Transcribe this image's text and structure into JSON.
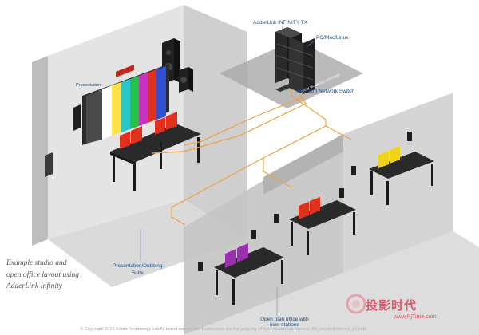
{
  "labels": {
    "presentation_label": "Presentation",
    "adderlink_tx": "AdderLink INFINITY TX",
    "pc_mac_linux": "PC/Mac/Linux",
    "rack_label": "RACK MOUNTED SYSTEMS",
    "network_switch": "Standard Network Switch",
    "suite_line1": "Presentation/Dubbing",
    "suite_line2": "Suite",
    "office_line1": "Open plan office with",
    "office_line2": "user stations"
  },
  "caption": {
    "line1": "Example studio and",
    "line2": "open office layout using",
    "line3": "AdderLink Infinity"
  },
  "watermark": {
    "chinese": "投影时代",
    "url": "www.PjTime.com"
  },
  "footer": {
    "copyright": "© Copyright 2015 Adder Technology Ltd All brand names and trademarks are the property of their respective owners. IW_smoke&mirrors_v2.indd"
  },
  "colors": {
    "wall_light": "#e4e4e4",
    "wall_mid": "#cfcfcf",
    "wall_dark": "#b9b9b9",
    "cable": "#f0a040",
    "callout_text": "#1a4f8a",
    "station_red": "#e0301e",
    "station_purple": "#9a2fb0",
    "station_yellow": "#f2d21a",
    "watermark": "#e0566a"
  }
}
